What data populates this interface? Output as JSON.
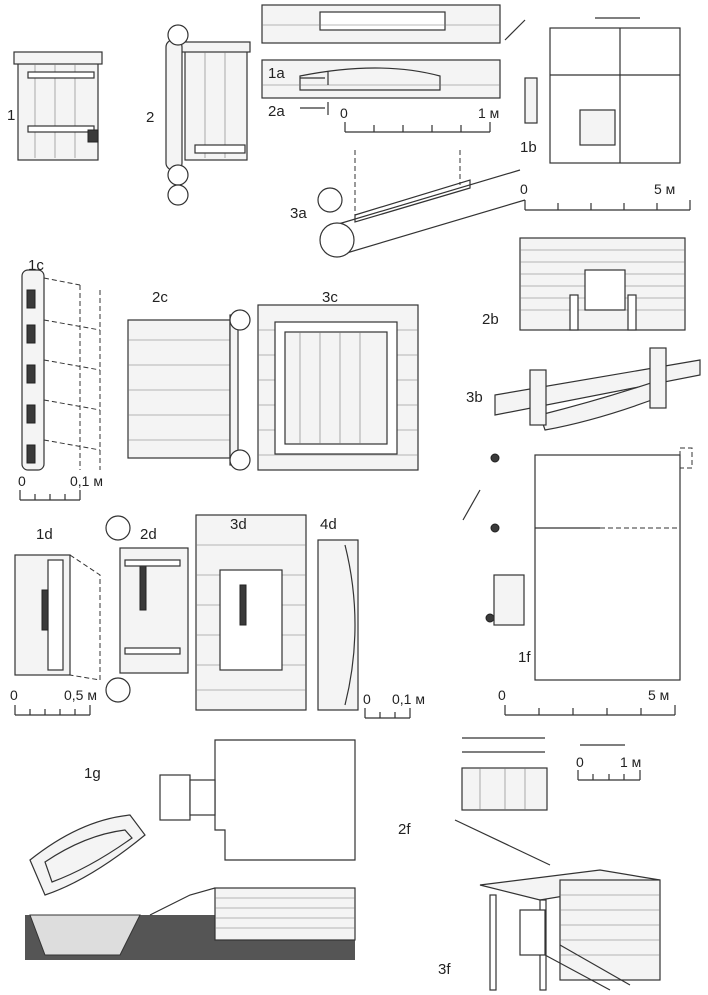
{
  "figures": {
    "f1": "1",
    "f2": "2",
    "f1a": "1a",
    "f2a": "2a",
    "f1b": "1b",
    "f3a": "3a",
    "f1c": "1c",
    "f2c": "2c",
    "f3c": "3c",
    "f2b": "2b",
    "f3b": "3b",
    "f1d": "1d",
    "f2d": "2d",
    "f3d": "3d",
    "f4d": "4d",
    "f1f": "1f",
    "f1g": "1g",
    "f2f": "2f",
    "f3f": "3f"
  },
  "scales": {
    "s1a": {
      "zero": "0",
      "max": "1 м"
    },
    "s1b": {
      "zero": "0",
      "max": "5 м"
    },
    "s1c": {
      "zero": "0",
      "max": "0,1 м"
    },
    "s1d": {
      "zero": "0",
      "max": "0,5 м"
    },
    "s4d": {
      "zero": "0",
      "max": "0,1 м"
    },
    "s1f": {
      "zero": "0",
      "max": "5 м"
    },
    "s2f": {
      "zero": "0",
      "max": "1 м"
    }
  }
}
